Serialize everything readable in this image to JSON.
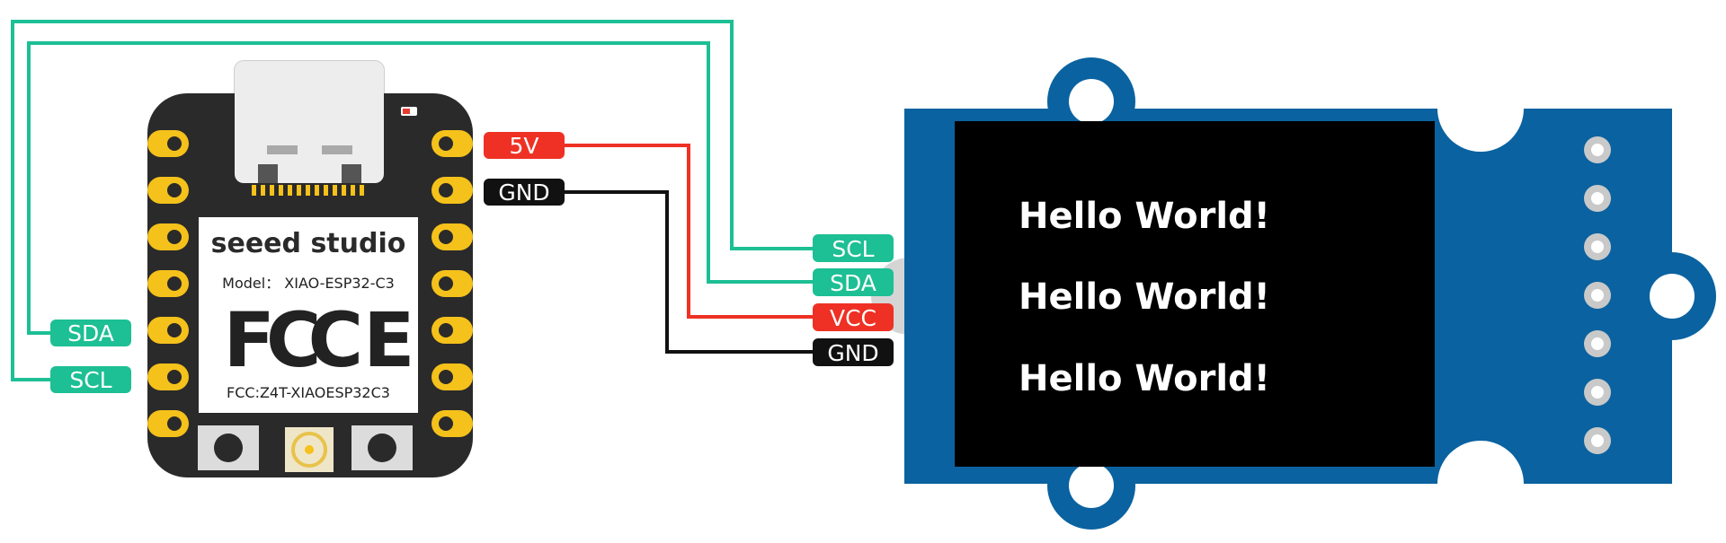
{
  "board": {
    "brand": "seeed studio",
    "model": "Model： XIAO-ESP32-C3",
    "fcc_logo": "FC",
    "ce_logo": "CE",
    "fcc_id": "FCC:Z4T-XIAOESP32C3"
  },
  "board_pin_labels": {
    "fivev": "5V",
    "gnd": "GND",
    "sda": "SDA",
    "scl": "SCL"
  },
  "module_pin_labels": {
    "scl": "SCL",
    "sda": "SDA",
    "vcc": "VCC",
    "gnd": "GND"
  },
  "display": {
    "lines": [
      "Hello World!",
      "Hello World!",
      "Hello World!"
    ]
  },
  "colors": {
    "i2c_wire": "#1dbf94",
    "power_wire": "#ee3124",
    "ground_wire": "#111111",
    "board_body": "#2a2a2a",
    "pad": "#f5c11b",
    "module_pcb": "#0a62a0",
    "screen": "#000000"
  }
}
